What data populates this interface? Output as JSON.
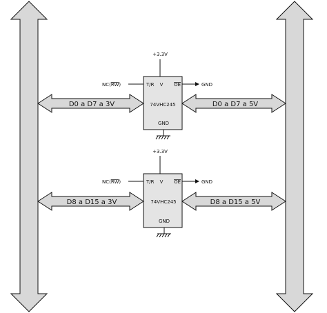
{
  "colors": {
    "bus_fill": "#d8d8d8",
    "chip_fill": "#e4e4e4",
    "stroke": "#111111"
  },
  "supply_label": "+3.3V",
  "ground_label": "GND",
  "buffers": [
    {
      "chip_name": "74VHC245",
      "pin_tr": "T/R",
      "pin_v": "V",
      "pin_oe": "OE",
      "pin_gnd": "GND",
      "control_net_prefix": "NC",
      "control_net_signal": "RW",
      "left_bus_label": "D0 a D7 a 3V",
      "right_bus_label": "D0 a D7 a 5V"
    },
    {
      "chip_name": "74VHC245",
      "pin_tr": "T/R",
      "pin_v": "V",
      "pin_oe": "OE",
      "pin_gnd": "GND",
      "control_net_prefix": "NC",
      "control_net_signal": "RW",
      "left_bus_label": "D8 a D15 a 3V",
      "right_bus_label": "D8 a D15 a 5V"
    }
  ]
}
